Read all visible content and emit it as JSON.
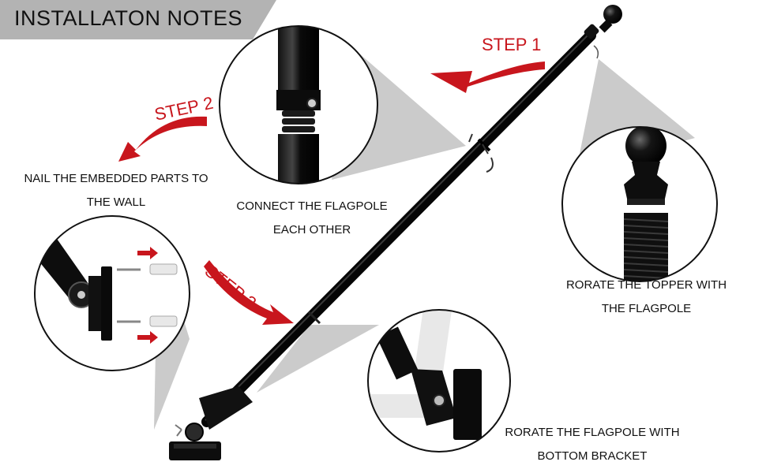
{
  "header": {
    "title": "INSTALLATON NOTES"
  },
  "steps": [
    {
      "label": "STEP 1"
    },
    {
      "label": "STEP 2"
    },
    {
      "label": "STEP 3"
    }
  ],
  "notes": {
    "nail": [
      "NAIL THE EMBEDDED PARTS TO",
      "THE WALL"
    ],
    "connect": [
      "CONNECT THE FLAGPOLE",
      "EACH OTHER"
    ],
    "topper": [
      "RORATE THE TOPPER WITH",
      "THE FLAGPOLE"
    ],
    "bracket": [
      "RORATE THE FLAGPOLE WITH",
      "BOTTOM BRACKET"
    ]
  },
  "colors": {
    "accent_red": "#c8161d",
    "banner_gray": "#b3b3b3",
    "pole_black": "#0b0b0b",
    "callout_gray": "#b9b9b9"
  }
}
